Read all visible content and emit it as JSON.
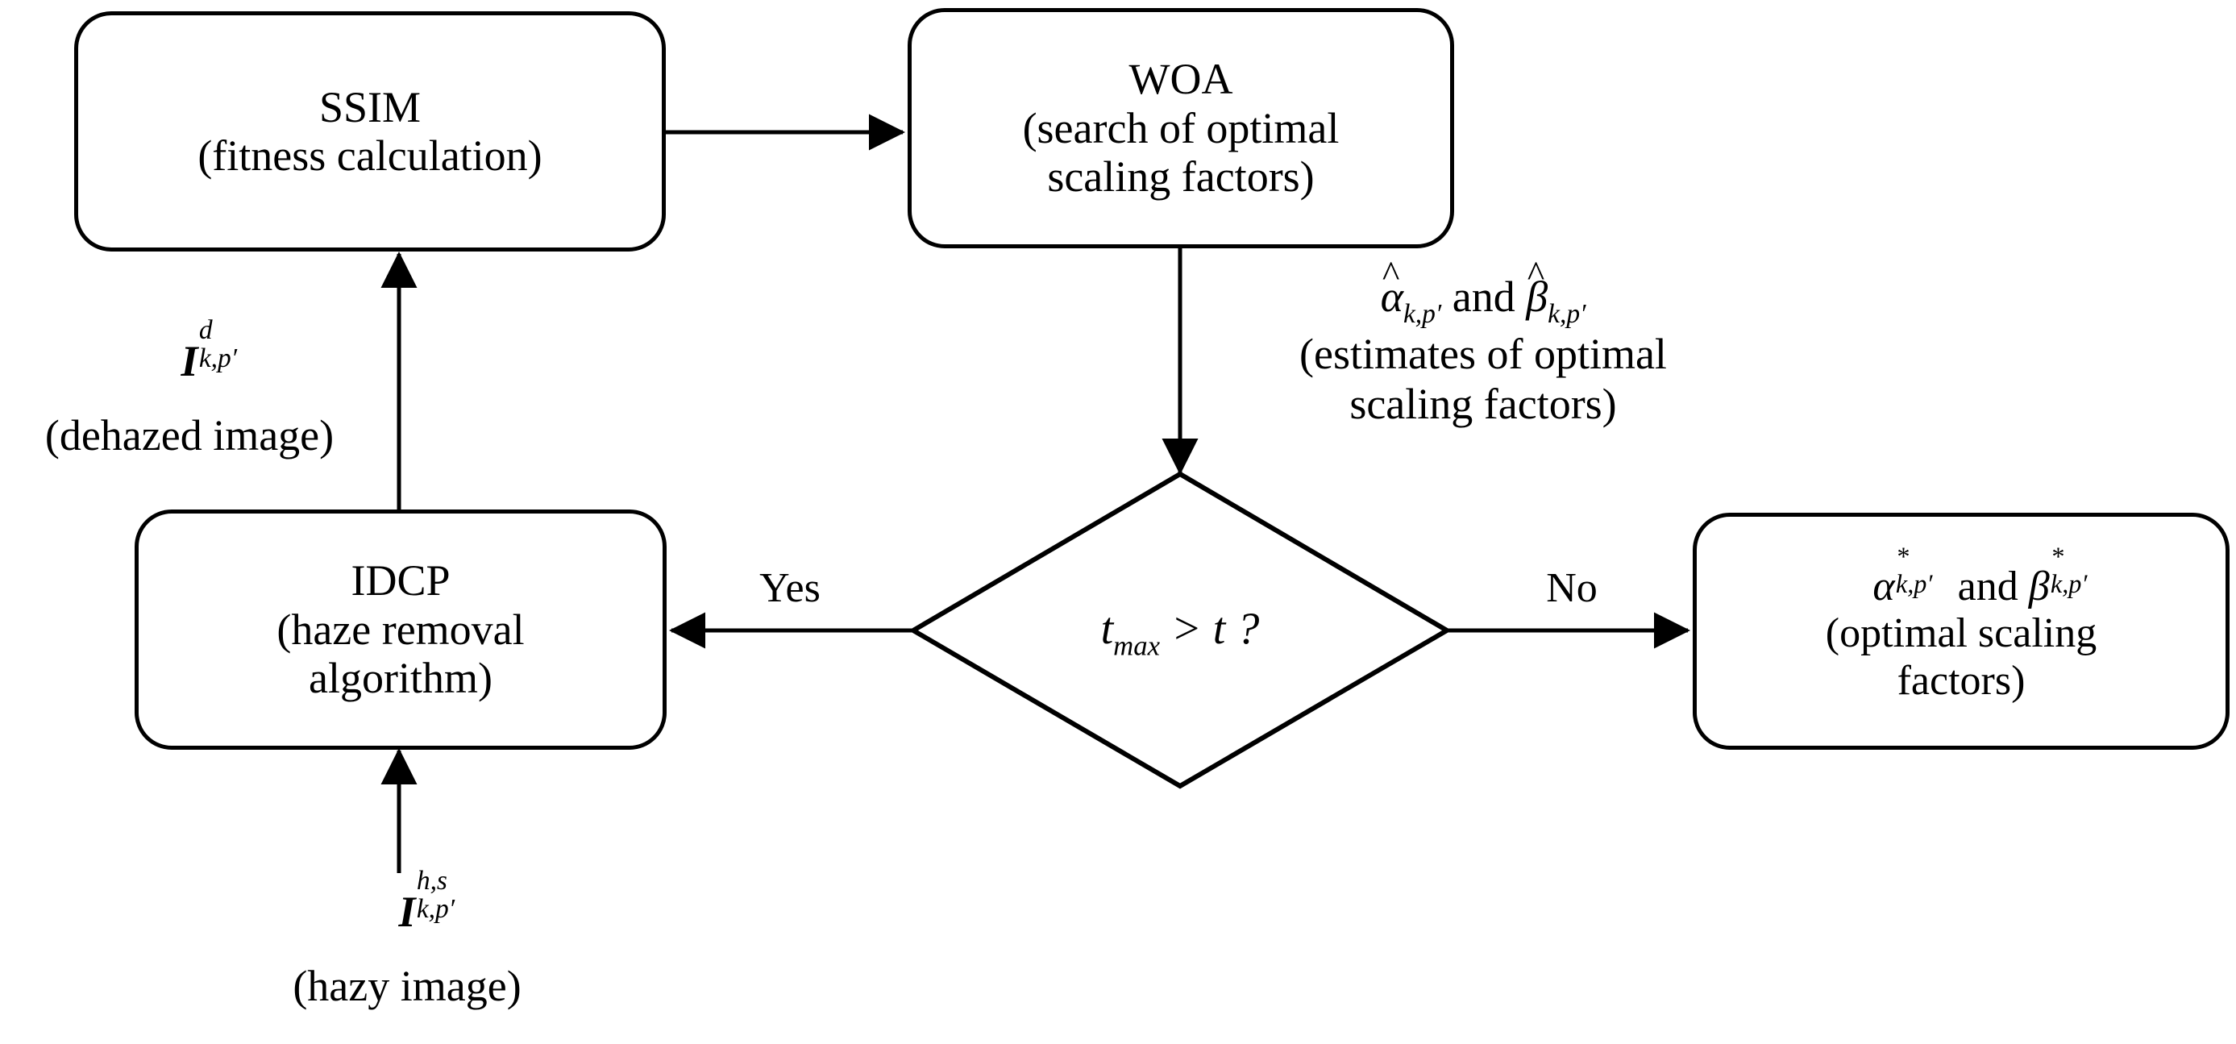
{
  "diagram": {
    "title": "IDCP + WOA optimal scaling factor search flowchart",
    "background": "#ffffff",
    "stroke": "#000000",
    "nodes": {
      "ssim": {
        "title": "SSIM",
        "subtitle": "(fitness calculation)"
      },
      "woa": {
        "title": "WOA",
        "subtitle_line1": "(search of optimal",
        "subtitle_line2": "scaling factors)"
      },
      "idcp": {
        "title": "IDCP",
        "subtitle_line1": "(haze removal",
        "subtitle_line2": "algorithm)"
      },
      "decision": {
        "condition": "t",
        "condition_sub": "max",
        "condition_rest": "> t ?"
      },
      "optimal": {
        "formula_alpha": "α",
        "formula_alpha_sup": "*",
        "formula_alpha_sub": "k,p′",
        "conjunction": "and",
        "formula_beta": "β",
        "formula_beta_sup": "*",
        "formula_beta_sub": "k,p′",
        "subtitle_line1": "(optimal scaling",
        "subtitle_line2": "factors)"
      }
    },
    "labels": {
      "dehazed": {
        "symbol": "I",
        "sup": "d",
        "sub": "k,p′",
        "caption": "(dehazed image)"
      },
      "hazy": {
        "symbol": "I",
        "sup": "h,s",
        "sub": "k,p′",
        "caption": "(hazy image)"
      },
      "estimates": {
        "alpha": "α",
        "alpha_sub": "k,p′",
        "conjunction": "and",
        "beta": "β",
        "beta_sub": "k,p′",
        "hat": "̂",
        "caption_line1": "(estimates of optimal",
        "caption_line2": "scaling factors)"
      },
      "yes": "Yes",
      "no": "No"
    },
    "edges": [
      {
        "name": "ssim-to-woa",
        "from": "ssim",
        "to": "woa",
        "direction": "right"
      },
      {
        "name": "woa-to-decision",
        "from": "woa",
        "to": "decision",
        "direction": "down"
      },
      {
        "name": "decision-to-idcp",
        "from": "decision",
        "to": "idcp",
        "direction": "left",
        "label": "Yes"
      },
      {
        "name": "decision-to-optimal",
        "from": "decision",
        "to": "optimal",
        "direction": "right",
        "label": "No"
      },
      {
        "name": "idcp-to-ssim",
        "from": "idcp",
        "to": "ssim",
        "direction": "up"
      },
      {
        "name": "hazy-to-idcp",
        "from": "hazy-input",
        "to": "idcp",
        "direction": "up"
      }
    ]
  }
}
